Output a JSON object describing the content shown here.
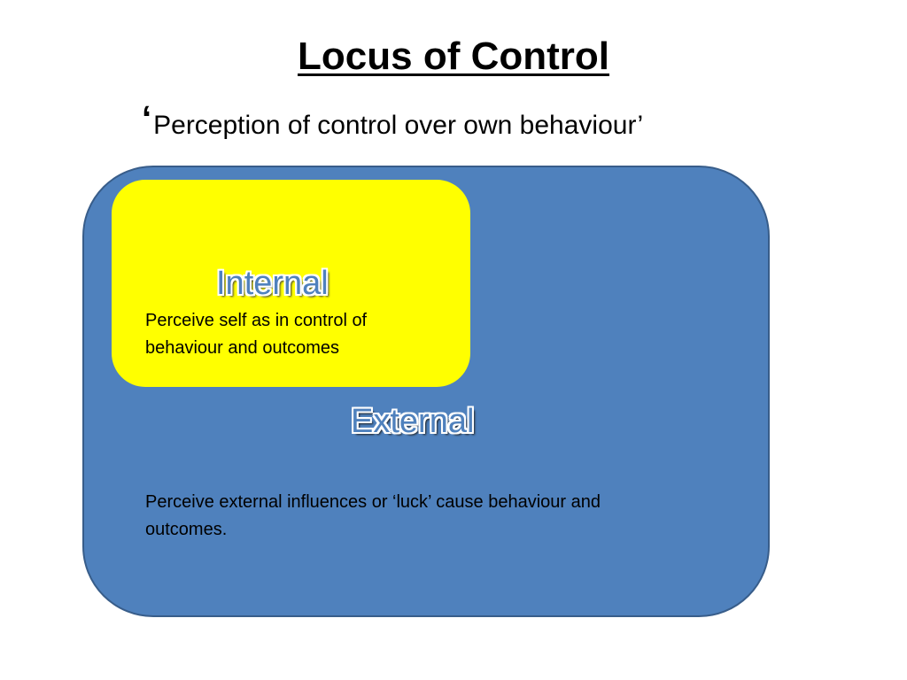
{
  "slide": {
    "title": "Locus of Control",
    "subtitle_quote_mark": "‘",
    "subtitle_text": "Perception of control over own behaviour’"
  },
  "diagram": {
    "outer": {
      "heading": "External",
      "description": "Perceive external influences or ‘luck’ cause behaviour and outcomes.",
      "fill_color": "#4f81bd",
      "border_color": "#385d8a"
    },
    "inner": {
      "heading": "Internal",
      "description": "Perceive self as in control of behaviour and outcomes",
      "fill_color": "#ffff00"
    }
  }
}
